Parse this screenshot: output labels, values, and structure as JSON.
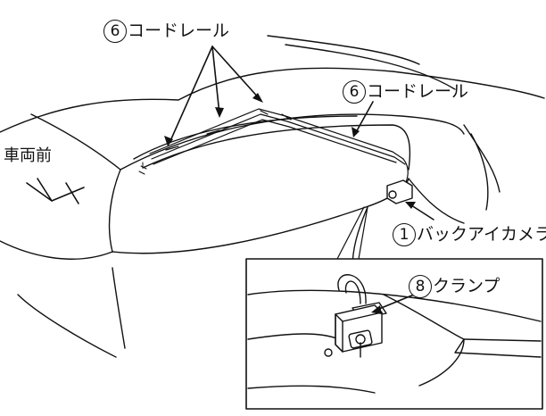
{
  "labels": {
    "cord_rail_top": {
      "num": "6",
      "text": "コードレール"
    },
    "cord_rail_right": {
      "num": "6",
      "text": "コードレール"
    },
    "back_camera": {
      "num": "1",
      "text": "バックアイカメラ"
    },
    "clamp": {
      "num": "8",
      "text": "クランプ"
    },
    "vehicle_front": "車両前"
  }
}
